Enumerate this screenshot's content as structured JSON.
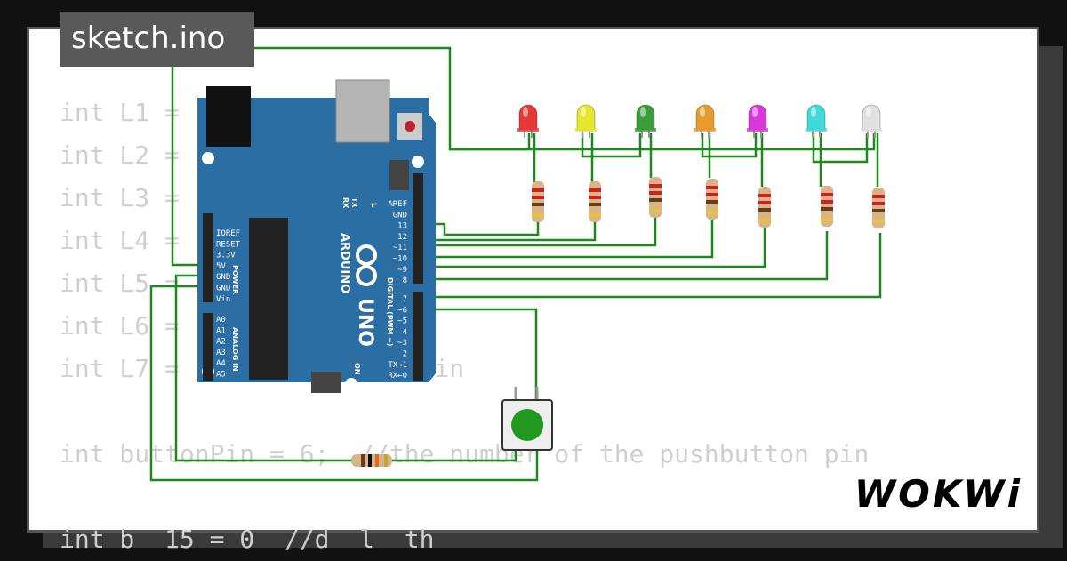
{
  "title": "sketch.ino",
  "code_lines": [
    "int L1 =",
    "int L2 =",
    "int L3 =",
    "int L4 =",
    "int L5 =",
    "int L6 =",
    "int L7 =                pin",
    "",
    "int buttonPin = 6;  //the number of the pushbutton pin",
    "",
    "int b  15 = 0  //d  l  th"
  ],
  "brand": "WOKWi",
  "board": {
    "name": "ARDUINO",
    "model": "UNO",
    "on_label": "ON",
    "tx_label": "TX",
    "rx_label": "RX",
    "l_label": "L",
    "power_label": "POWER",
    "analog_label": "ANALOG IN",
    "digital_label": "DIGITAL (PWM ~)",
    "power_pins": [
      "IOREF",
      "RESET",
      "3.3V",
      "5V",
      "GND",
      "GND",
      "Vin"
    ],
    "analog_pins": [
      "A0",
      "A1",
      "A2",
      "A3",
      "A4",
      "A5"
    ],
    "digital_top": [
      "AREF",
      "GND",
      "13",
      "12",
      "~11",
      "~10",
      "~9",
      "8"
    ],
    "digital_bottom": [
      "7",
      "~6",
      "~5",
      "4",
      "~3",
      "2",
      "TX→1",
      "RX←0"
    ]
  },
  "leds": [
    {
      "color": "red",
      "hex": "#e53935"
    },
    {
      "color": "yellow",
      "hex": "#e6e62a"
    },
    {
      "color": "green",
      "hex": "#3a9d3a"
    },
    {
      "color": "orange",
      "hex": "#e89b2b"
    },
    {
      "color": "magenta",
      "hex": "#d63ad6"
    },
    {
      "color": "cyan",
      "hex": "#3fd9d9"
    },
    {
      "color": "white",
      "hex": "#e0e0e0"
    }
  ],
  "colors": {
    "wire": "#1b8a1b",
    "board": "#2b6ea4",
    "button": "#1f9a1f"
  }
}
